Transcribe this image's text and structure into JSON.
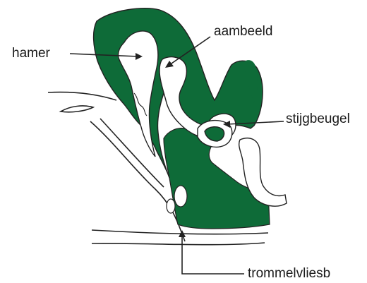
{
  "diagram": {
    "colors": {
      "tissue": "#0e6b38",
      "outline": "#222222",
      "background": "#ffffff",
      "text": "#1a1a1a"
    },
    "labels": {
      "hamer": "hamer",
      "aambeeld": "aambeeld",
      "stijgbeugel": "stijgbeugel",
      "trommelvlies": "trommelvliesb"
    }
  }
}
